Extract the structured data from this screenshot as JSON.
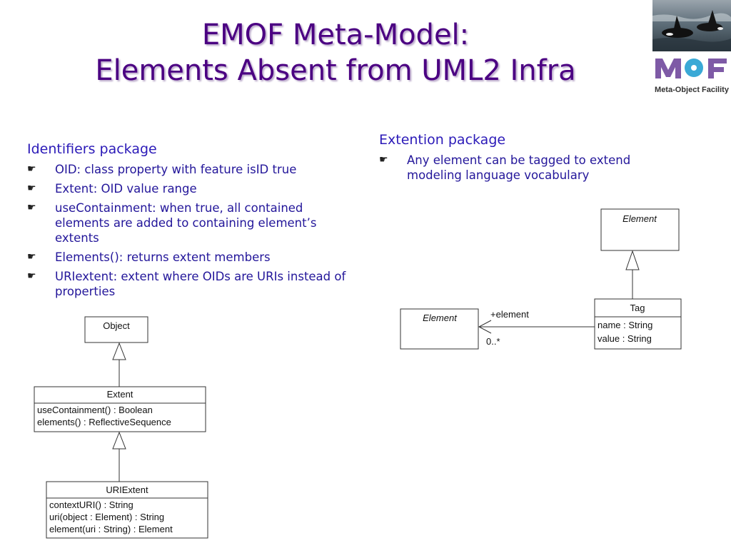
{
  "title": {
    "line1": "EMOF Meta-Model:",
    "line2": "Elements Absent from UML2 Infra"
  },
  "logo": {
    "letters": "MOF",
    "caption": "Meta-Object Facility"
  },
  "identifiers": {
    "heading": "Identifiers package",
    "items": [
      "OID: class property with feature isID true",
      "Extent: OID value range",
      "useContainment: when true, all contained elements are added to containing element’s extents",
      "Elements(): returns extent members",
      "URIextent: extent where OIDs are URIs instead of properties"
    ]
  },
  "extention": {
    "heading": "Extention package",
    "items": [
      "Any element can be tagged to extend modeling language vocabulary"
    ]
  },
  "diagram_left": {
    "object": "Object",
    "extent": {
      "name": "Extent",
      "ops": [
        "useContainment() : Boolean",
        "elements() : ReflectiveSequence"
      ]
    },
    "uriextent": {
      "name": "URIExtent",
      "ops": [
        "contextURI() : String",
        "uri(object : Element) : String",
        "element(uri : String) : Element"
      ]
    }
  },
  "diagram_right": {
    "element_top": "Element",
    "element_left": "Element",
    "tag": {
      "name": "Tag",
      "attrs": [
        "name : String",
        "value : String"
      ]
    },
    "role": "+element",
    "multiplicity": "0..*"
  },
  "colors": {
    "title": "#4b0082",
    "heading": "#2b1ab8",
    "bullet_text": "#23169a"
  }
}
